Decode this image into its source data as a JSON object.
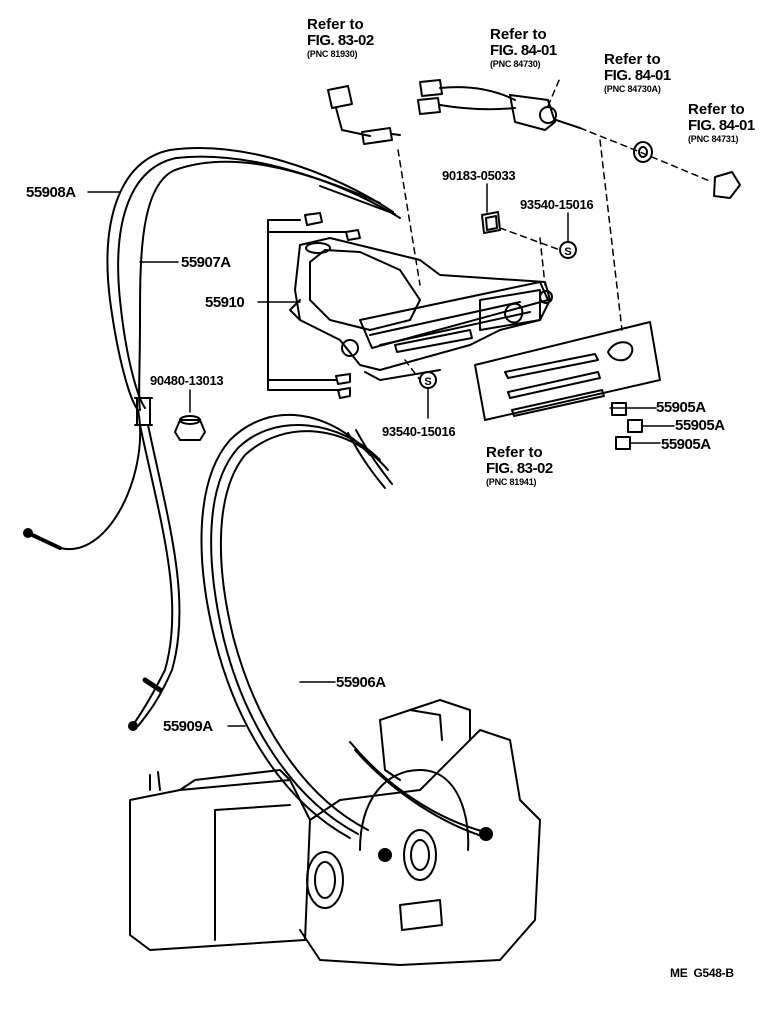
{
  "refs": [
    {
      "id": "r1",
      "line1": "Refer to",
      "line2": "FIG. 83-02",
      "line3": "(PNC 81930)"
    },
    {
      "id": "r2",
      "line1": "Refer to",
      "line2": "FIG. 84-01",
      "line3": "(PNC 84730)"
    },
    {
      "id": "r3",
      "line1": "Refer to",
      "line2": "FIG. 84-01",
      "line3": "(PNC 84730A)"
    },
    {
      "id": "r4",
      "line1": "Refer to",
      "line2": "FIG. 84-01",
      "line3": "(PNC 84731)"
    },
    {
      "id": "r5",
      "line1": "Refer to",
      "line2": "FIG. 83-02",
      "line3": "(PNC 81941)"
    }
  ],
  "parts": {
    "p55908A": "55908A",
    "p55907A": "55907A",
    "p55910": "55910",
    "p90480": "90480-13013",
    "p90183": "90183-05033",
    "p93540a": "93540-15016",
    "p93540b": "93540-15016",
    "p55905A_1": "55905A",
    "p55905A_2": "55905A",
    "p55905A_3": "55905A",
    "p55906A": "55906A",
    "p55909A": "55909A"
  },
  "footer": {
    "code": "ME  G548-B"
  }
}
